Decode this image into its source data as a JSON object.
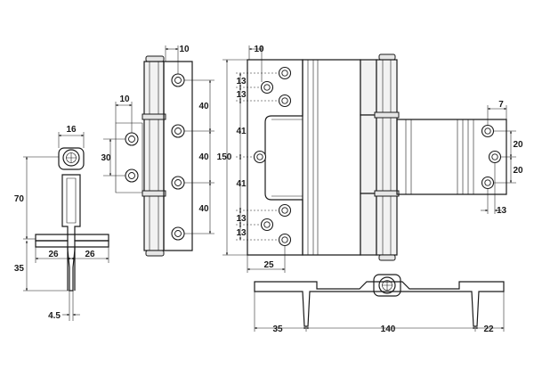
{
  "dimensions": {
    "side_width": "16",
    "side_height": "70",
    "side_lower": "35",
    "side_wing_left": "26",
    "side_wing_right": "26",
    "side_thickness": "4.5",
    "plate_offset": "10",
    "plate_spacing": "30",
    "leaf_offset": "10",
    "leaf_spacing_1": "40",
    "leaf_spacing_2": "40",
    "leaf_spacing_3": "40",
    "main_offset": "10",
    "main_height": "150",
    "main_v1": "13",
    "main_v2": "13",
    "main_v3": "41",
    "main_v4": "41",
    "main_v5": "13",
    "main_v6": "13",
    "main_bottom": "25",
    "right_offset": "7",
    "right_v1": "20",
    "right_v2": "20",
    "right_bottom": "13",
    "bottom_left": "35",
    "bottom_mid": "140",
    "bottom_right": "22"
  }
}
